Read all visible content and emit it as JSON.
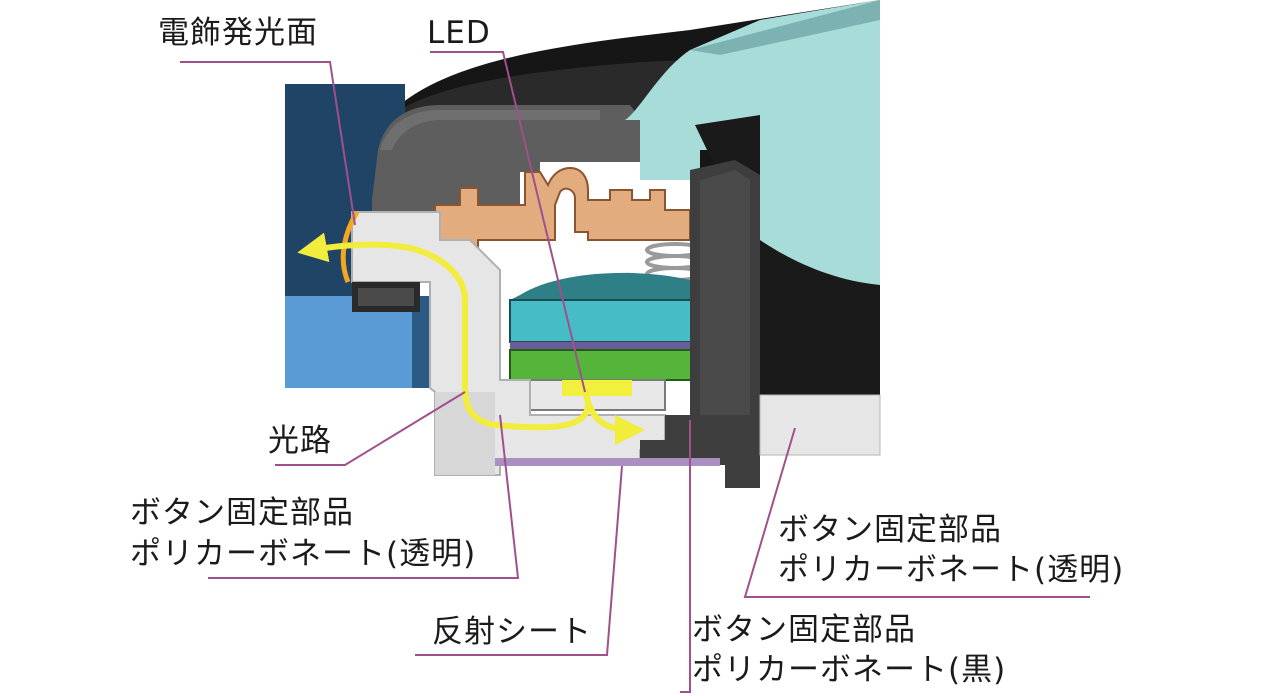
{
  "labels": {
    "bezel": "電飾発光面",
    "led": "LED",
    "light_path": "光路",
    "clear_part_left_l1": "ボタン固定部品",
    "clear_part_left_l2": "ポリカーボネート(透明)",
    "reflective_sheet": "反射シート",
    "black_part_l1": "ボタン固定部品",
    "black_part_l2": "ポリカーボネート(黒)",
    "clear_part_right_l1": "ボタン固定部品",
    "clear_part_right_l2": "ポリカーボネート(透明)"
  },
  "colors": {
    "leader": "#a0508c",
    "light_path": "#f2ec3c",
    "emitting_edge": "#f4a820",
    "panel_dark": "#1f4466",
    "panel_light": "#5b9bd5",
    "cap_teal": "#a8dcd8",
    "copper": "#e3ac7e",
    "led_body_teal": "#46bcc6",
    "pcb_green": "#55b43a",
    "led_chip": "#f1f03c",
    "black_part": "#3e3e3e",
    "clear_part": "#e6e6e6",
    "reflective_sheet": "#a98fc2"
  }
}
